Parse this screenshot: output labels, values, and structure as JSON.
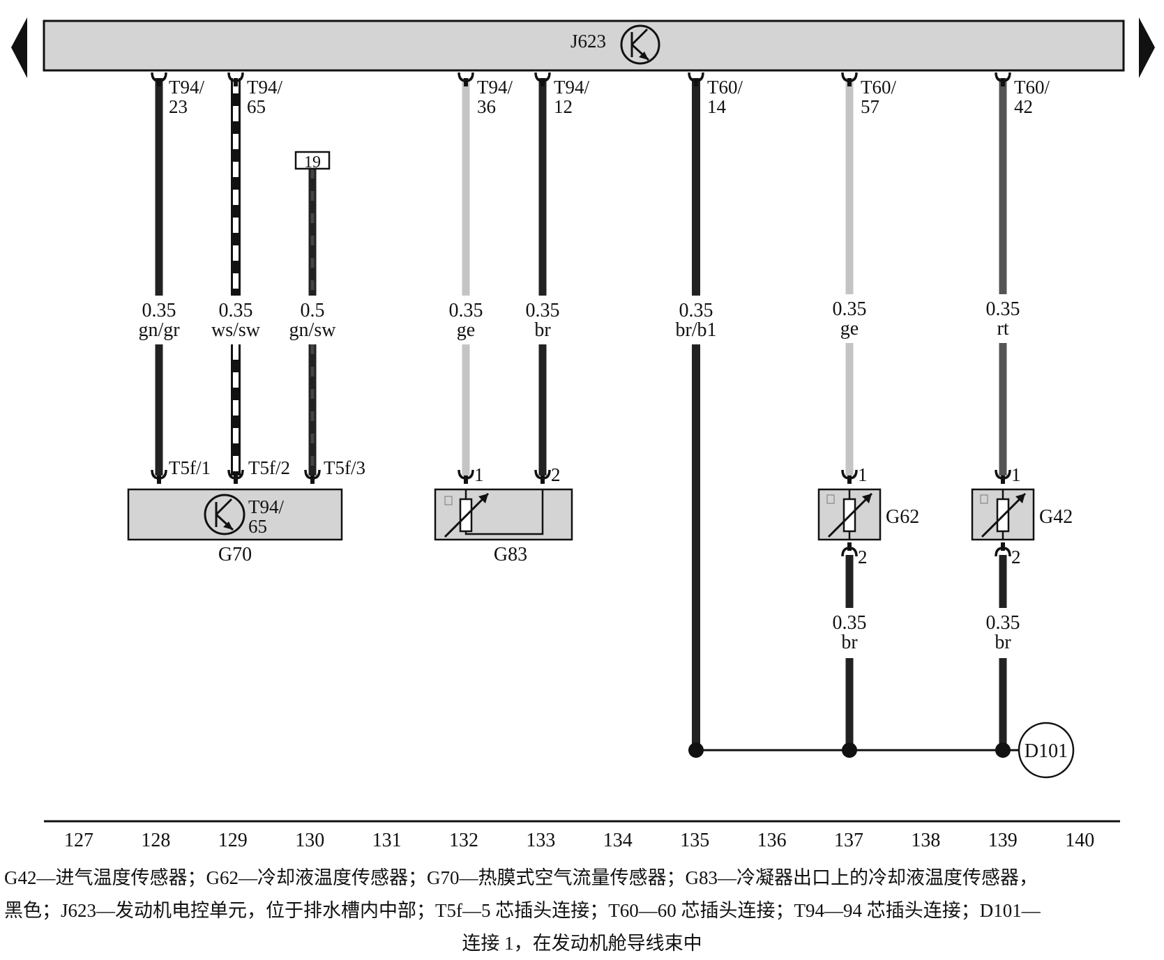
{
  "ecu": {
    "name": "J623"
  },
  "pins": {
    "p1": [
      "T94/",
      "23"
    ],
    "p2": [
      "T94/",
      "65"
    ],
    "p3": [
      "T94/",
      "36"
    ],
    "p4": [
      "T94/",
      "12"
    ],
    "p5": [
      "T60/",
      "14"
    ],
    "p6": [
      "T60/",
      "57"
    ],
    "p7": [
      "T60/",
      "42"
    ]
  },
  "fuse_tag": "19",
  "wires": {
    "w1": {
      "size": "0.35",
      "color": "gn/gr"
    },
    "w2": {
      "size": "0.35",
      "color": "ws/sw"
    },
    "w3": {
      "size": "0.5",
      "color": "gn/sw"
    },
    "w4": {
      "size": "0.35",
      "color": "ge"
    },
    "w5": {
      "size": "0.35",
      "color": "br"
    },
    "w6": {
      "size": "0.35",
      "color": "br/b1"
    },
    "w7": {
      "size": "0.35",
      "color": "ge"
    },
    "w8": {
      "size": "0.35",
      "color": "rt"
    },
    "w9": {
      "size": "0.35",
      "color": "br"
    },
    "w10": {
      "size": "0.35",
      "color": "br"
    }
  },
  "g70": {
    "name": "G70",
    "pins": [
      "T5f/1",
      "T5f/2",
      "T5f/3"
    ],
    "internal": [
      "T94/",
      "65"
    ]
  },
  "g83": {
    "name": "G83",
    "pin1": "1",
    "pin2": "2"
  },
  "g62": {
    "name": "G62",
    "pin1": "1",
    "pin2": "2"
  },
  "g42": {
    "name": "G42",
    "pin1": "1",
    "pin2": "2"
  },
  "ground": {
    "name": "D101"
  },
  "ruler": [
    "127",
    "128",
    "129",
    "130",
    "131",
    "132",
    "133",
    "134",
    "135",
    "136",
    "137",
    "138",
    "139",
    "140"
  ],
  "legend": {
    "line1": "G42—进气温度传感器；G62—冷却液温度传感器；G70—热膜式空气流量传感器；G83—冷凝器出口上的冷却液温度传感器，",
    "line2": "黑色；J623—发动机电控单元，位于排水槽内中部；T5f—5 芯插头连接；T60—60 芯插头连接；T94—94 芯插头连接；D101—",
    "line3": "连接 1，在发动机舱导线束中"
  },
  "colors": {
    "wire_dark": "#222222",
    "wire_light": "#c4c4c4",
    "wire_mid": "#555555",
    "box_fill": "#d4d4d4"
  }
}
